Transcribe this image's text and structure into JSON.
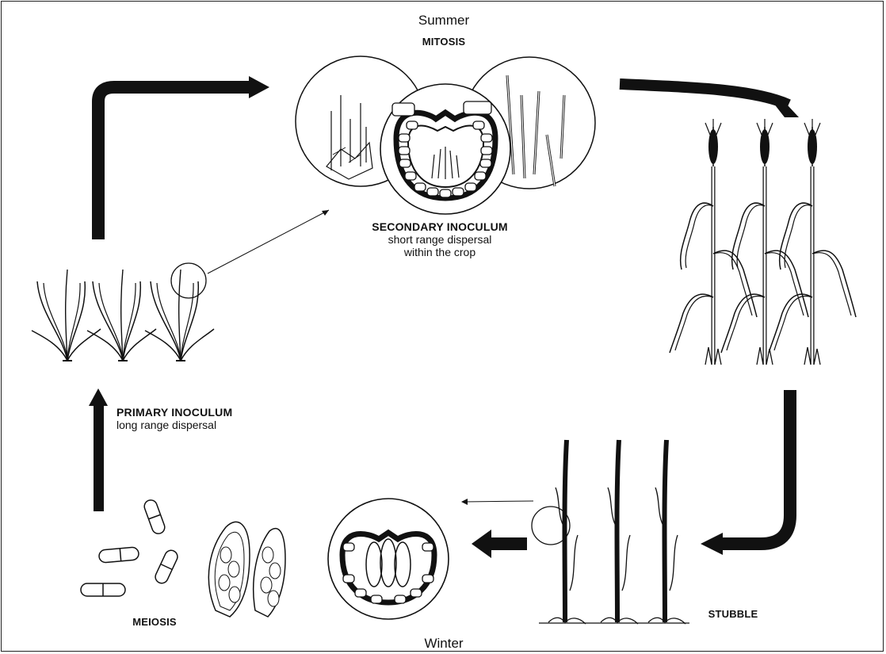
{
  "seasons": {
    "summer": "Summer",
    "winter": "Winter"
  },
  "stages": {
    "mitosis": "MITOSIS",
    "meiosis": "MEIOSIS",
    "stubble": "STUBBLE"
  },
  "secondary_inoculum": {
    "title": "SECONDARY INOCULUM",
    "line1": "short range dispersal",
    "line2": "within the crop"
  },
  "primary_inoculum": {
    "title": "PRIMARY INOCULUM",
    "line1": "long range dispersal"
  },
  "colors": {
    "ink": "#111111",
    "paper": "#ffffff"
  }
}
